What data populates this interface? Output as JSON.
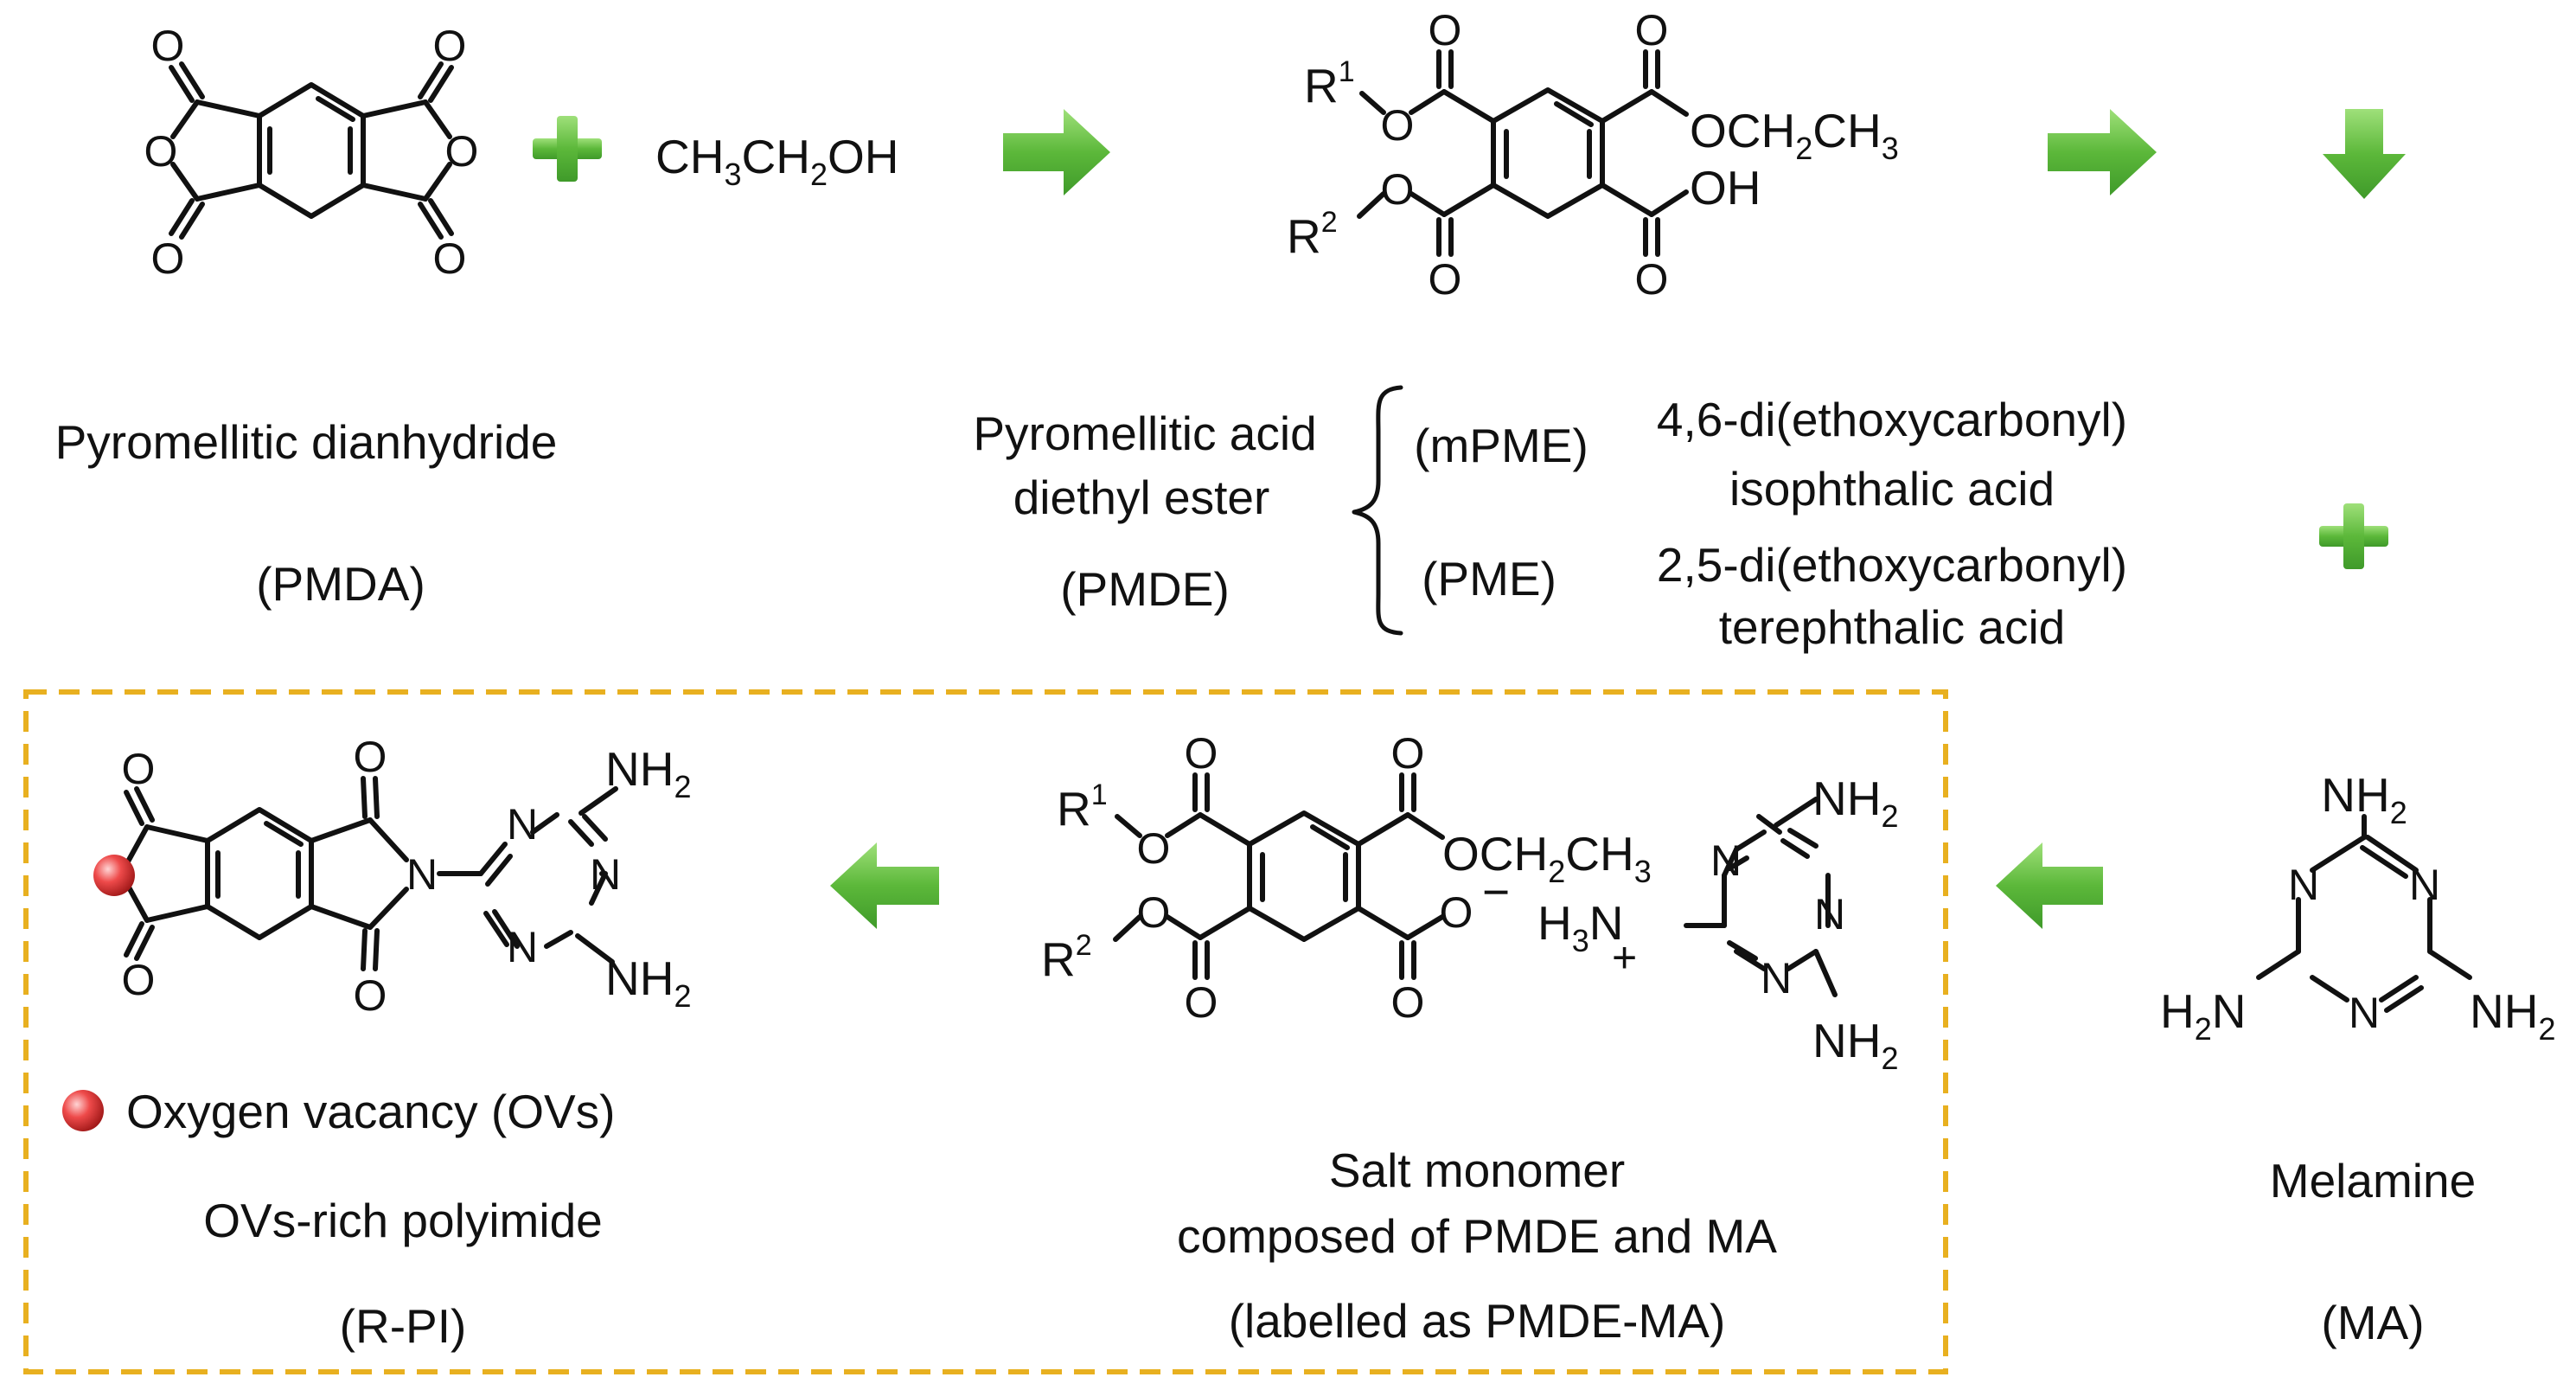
{
  "colors": {
    "arrow": "#5cb83a",
    "box_border": "#e8b020",
    "vacancy": "#e23838",
    "ink": "#111111"
  },
  "reactant": {
    "ethanol": "CH3CH2OH",
    "pmda_name": "Pyromellitic dianhydride",
    "pmda_abbr": "(PMDA)"
  },
  "ester_structure": {
    "r1": "R",
    "r1_sup": "1",
    "r2": "R",
    "r2_sup": "2",
    "oet": "OCH2CH3",
    "oh": "OH"
  },
  "pmde": {
    "name_line1": "Pyromellitic acid",
    "name_line2": "diethyl ester",
    "abbr": "(PMDE)",
    "isomers": [
      {
        "abbr": "(mPME)",
        "name_line1": "4,6-di(ethoxycarbonyl)",
        "name_line2": "isophthalic acid"
      },
      {
        "abbr": "(PME)",
        "name_line1": "2,5-di(ethoxycarbonyl)",
        "name_line2": "terephthalic acid"
      }
    ]
  },
  "melamine": {
    "nh2": "NH2",
    "h2n": "H2N",
    "name": "Melamine",
    "abbr": "(MA)"
  },
  "salt": {
    "h3n": "H3N",
    "plus": "+",
    "minus": "−",
    "name_line1": "Salt monomer",
    "name_line2": "composed of PMDE and MA",
    "name_line3": "(labelled as PMDE-MA)"
  },
  "product": {
    "legend": "Oxygen vacancy (OVs)",
    "name": "OVs-rich polyimide",
    "abbr": "(R-PI)"
  }
}
